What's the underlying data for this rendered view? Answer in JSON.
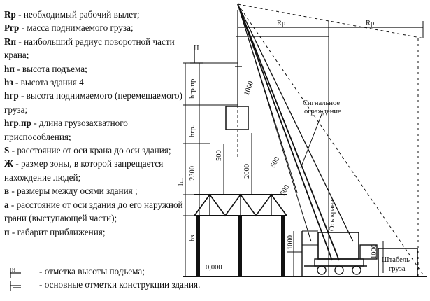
{
  "legend": [
    {
      "term": "Rр",
      "text": " - необходимый рабочий вылет;"
    },
    {
      "term": "Ргр",
      "text": " - масса поднимаемого груза;"
    },
    {
      "term": "Rп",
      "text": " - наибольший радиус поворотной части крана;"
    },
    {
      "term": "hп",
      "text": " - высота подъема;"
    },
    {
      "term": "hз",
      "text": " - высота здания 4"
    },
    {
      "term": "hгр",
      "text": " - высота поднимаемого (перемещаемого) груза;"
    },
    {
      "term": "hгр.пр",
      "text": " - длина грузозахватного приспособления;"
    },
    {
      "term": "S",
      "text": " - расстояние от оси крана до оси здания;"
    },
    {
      "term": "Ж",
      "text": " - размер зоны, в которой запрещается нахождение людей;"
    },
    {
      "term": "в",
      "text": " - размеры между осями здания ;"
    },
    {
      "term": "а",
      "text": " - расстояние от оси здания до его наружной грани (выступающей части);"
    },
    {
      "term": "п",
      "text": " - габарит приближения;"
    }
  ],
  "marks": [
    {
      "text": "- отметка высоты подъема;"
    },
    {
      "text": "- основные отметки конструкции здания."
    }
  ],
  "diagram": {
    "rp_left": "Rр",
    "rp_right": "Rр",
    "H": "H",
    "hgrpr": "hгр.пр.",
    "hgr": "hгр.",
    "hp": "hп",
    "hz": "hз",
    "d500a": "500",
    "d2300": "2300",
    "d2000": "2000",
    "d1000a": "1000",
    "d1000b": "1000",
    "d1000c": "1000",
    "d500b": "500",
    "d500c": "500",
    "d0000": "0,000",
    "signal1": "Сигнальное",
    "signal2": "ограждение",
    "axis": "Ось крана",
    "stack1": "Штабель",
    "stack2": "груза"
  }
}
